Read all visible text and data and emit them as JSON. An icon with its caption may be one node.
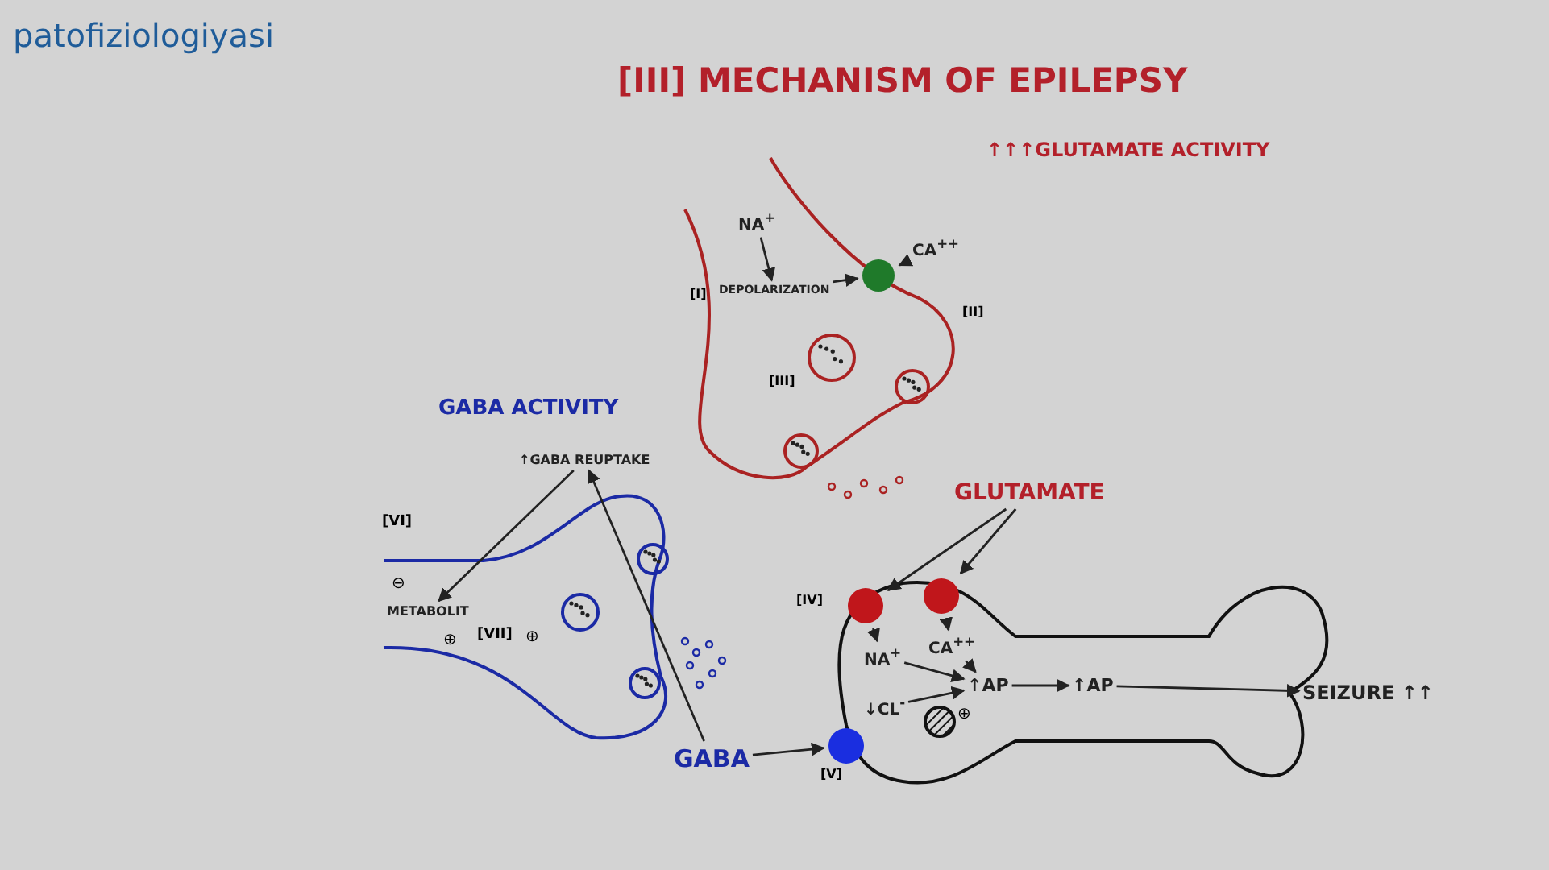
{
  "diagram": {
    "title": "[III] MECHANISM OF EPILEPSY",
    "nodes": [
      {
        "text": [
          "NA$^{+}$"
        ]
      },
      {
        "text": [
          "DEPOLARIZATION"
        ]
      },
      {
        "text": [],
        "shape": "circle"
      },
      {
        "text": [
          "CA$^{++}$"
        ]
      },
      {
        "text": [
          "GLUTAMATE"
        ]
      },
      {
        "text": [],
        "shape": "circle"
      },
      {
        "text": [],
        "shape": "circle"
      },
      {
        "text": [
          "NA$^{+}$"
        ]
      },
      {
        "text": [
          "CA$^{++}$"
        ]
      },
      {
        "text": [
          "↑AP"
        ]
      },
      {
        "text": [
          "↑AP"
        ]
      },
      {
        "text": [
          "SEIZURE ↑↑"
        ]
      },
      {
        "text": [
          "↑GABA REUPTAKE"
        ]
      },
      {
        "text": [
          "METABOLIT"
        ]
      },
      {
        "text": [
          "GABA"
        ]
      },
      {
        "text": [],
        "shape": "circle"
      },
      {
        "text": [
          "↓CL$^{-}$"
        ]
      }
    ],
    "edges": [
      {
        "from": 0,
        "to": 1,
        "arrow": "to"
      },
      {
        "from": 1,
        "to": 2,
        "arrow": "to"
      },
      {
        "from": 3,
        "to": 2,
        "arrow": "to"
      },
      {
        "from": 4,
        "to": 5,
        "arrow": "to"
      },
      {
        "from": 4,
        "to": 6,
        "arrow": "to"
      },
      {
        "from": 5,
        "to": 7,
        "arrow": "to"
      },
      {
        "from": 6,
        "to": 8,
        "arrow": "to"
      },
      {
        "from": 7,
        "to": 9,
        "arrow": "to"
      },
      {
        "from": 8,
        "to": 9,
        "arrow": "to"
      },
      {
        "from": 9,
        "to": 10,
        "arrow": "to"
      },
      {
        "from": 10,
        "to": 11,
        "arrow": "to"
      },
      {
        "from": 14,
        "to": 12,
        "arrow": "to"
      },
      {
        "from": 12,
        "to": 13,
        "arrow": "to"
      },
      {
        "from": 14,
        "to": 15,
        "arrow": "to"
      },
      {
        "from": 16,
        "to": 9,
        "arrow": "to"
      }
    ],
    "labels": [
      "patofiziologiyasi",
      "↑↑↑GLUTAMATE ACTIVITY",
      "[I]",
      "[II]",
      "[III]",
      "GABA ACTIVITY",
      "[VI]",
      "⊖",
      "[VII]",
      "⊕",
      "⊕",
      "[IV]",
      "[V]",
      "⊕"
    ]
  }
}
